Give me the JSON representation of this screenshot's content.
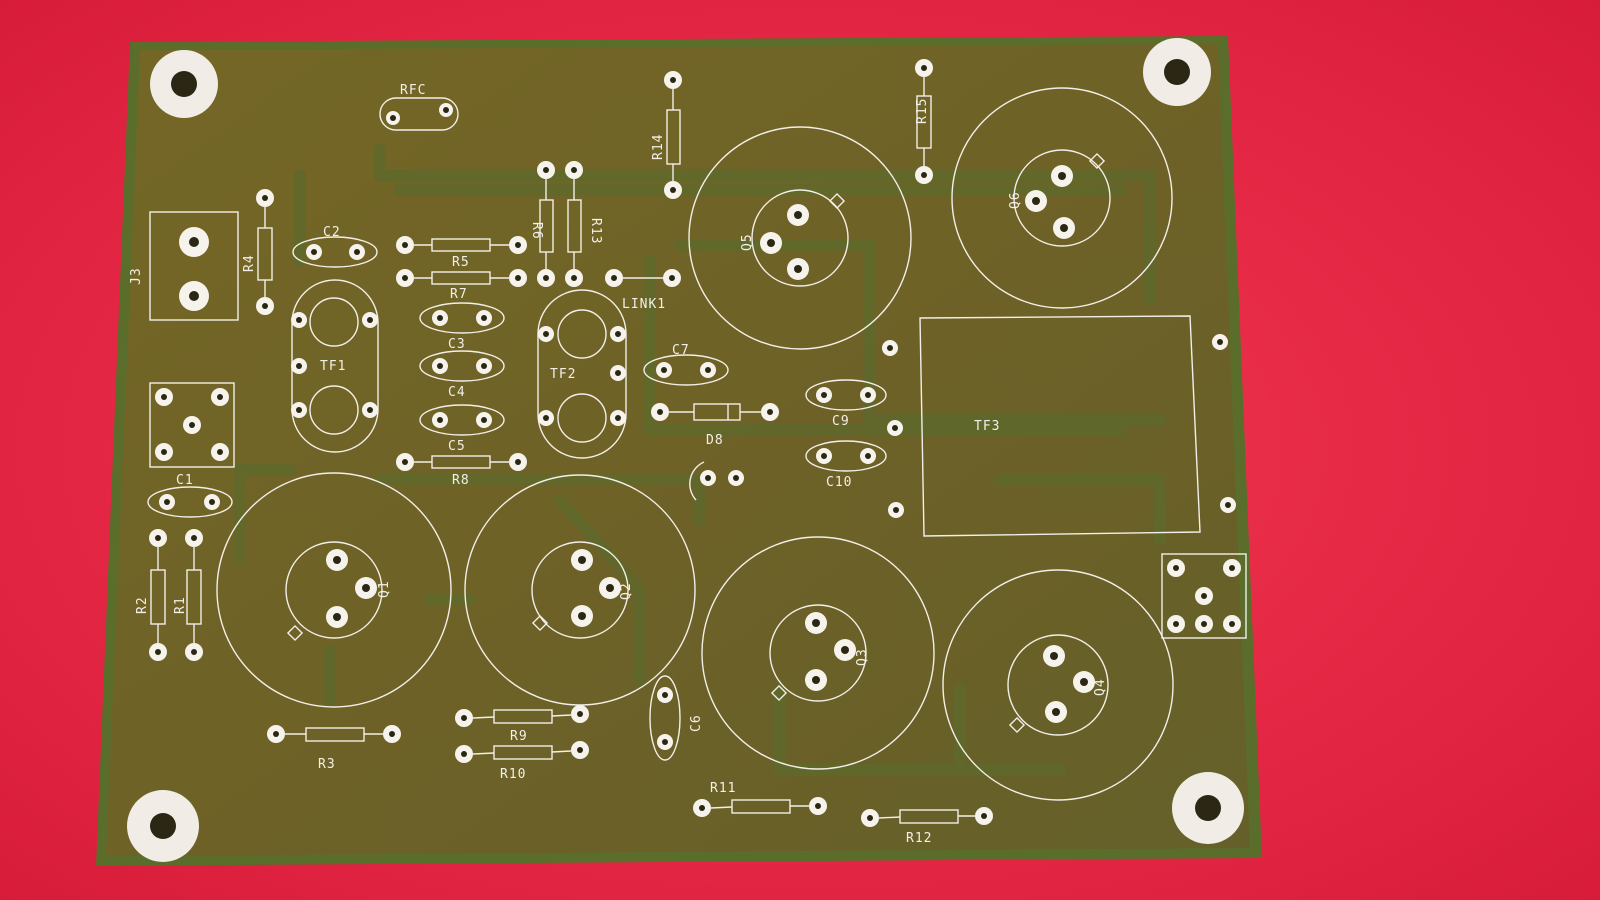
{
  "scene": {
    "description_colors": {
      "background": "#e8304a",
      "board": "#6e6228",
      "board_edge": "#566c2a",
      "trace": "#5e6b2c",
      "silkscreen": "#f2efe8",
      "pad": "#f6f3ec"
    }
  },
  "labels": {
    "rfc": "RFC",
    "j3": "J3",
    "c2": "C2",
    "r4": "R4",
    "r5": "R5",
    "r6": "R6",
    "r7": "R7",
    "r13": "R13",
    "r14": "R14",
    "r15": "R15",
    "link1": "LINK1",
    "tf1": "TF1",
    "tf2": "TF2",
    "tf3": "TF3",
    "c3": "C3",
    "c4": "C4",
    "c5": "C5",
    "c7": "C7",
    "c9": "C9",
    "c10": "C10",
    "d8": "D8",
    "r8": "R8",
    "c1": "C1",
    "r1": "R1",
    "r2": "R2",
    "r3": "R3",
    "r9": "R9",
    "r10": "R10",
    "r11": "R11",
    "r12": "R12",
    "c6": "C6",
    "q1": "Q1",
    "q2": "Q2",
    "q3": "Q3",
    "q4": "Q4",
    "q5": "Q5",
    "q6": "Q6"
  }
}
